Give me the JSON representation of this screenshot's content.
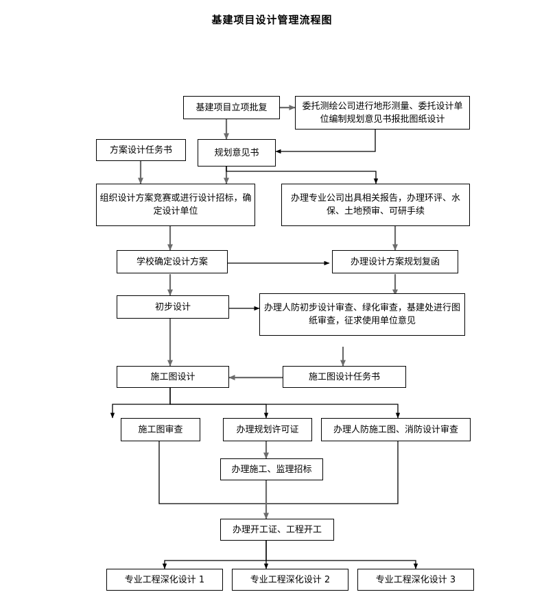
{
  "title": "基建项目设计管理流程图",
  "chart_data": {
    "type": "diagram",
    "diagram_kind": "flowchart",
    "title": "基建项目设计管理流程图",
    "orientation": "top-to-bottom",
    "node_count": 18,
    "nodes": [
      {
        "id": "n1",
        "label": "基建项目立项批复"
      },
      {
        "id": "n2",
        "label": "委托测绘公司进行地形测量、委托设计单位编制规划意见书报批图纸设计"
      },
      {
        "id": "n3",
        "label": "方案设计任务书"
      },
      {
        "id": "n4",
        "label": "规划意见书"
      },
      {
        "id": "n5",
        "label": "组织设计方案竞赛或进行设计招标，确定设计单位"
      },
      {
        "id": "n6",
        "label": "办理专业公司出具相关报告，办理环评、水保、土地预审、可研手续"
      },
      {
        "id": "n7",
        "label": "学校确定设计方案"
      },
      {
        "id": "n8",
        "label": "办理设计方案规划复函"
      },
      {
        "id": "n9",
        "label": "初步设计"
      },
      {
        "id": "n10",
        "label": "办理人防初步设计审查、绿化审查，基建处进行图纸审查，征求使用单位意见"
      },
      {
        "id": "n11",
        "label": "施工图设计"
      },
      {
        "id": "n12",
        "label": "施工图设计任务书"
      },
      {
        "id": "n13",
        "label": "施工图审查"
      },
      {
        "id": "n14",
        "label": "办理规划许可证"
      },
      {
        "id": "n15",
        "label": "办理人防施工图、消防设计审查"
      },
      {
        "id": "n16",
        "label": "办理施工、监理招标"
      },
      {
        "id": "n17",
        "label": "办理开工证、工程开工"
      },
      {
        "id": "n18",
        "label": "专业工程深化设计 1"
      },
      {
        "id": "n19",
        "label": "专业工程深化设计 2"
      },
      {
        "id": "n20",
        "label": "专业工程深化设计 3"
      }
    ],
    "edges": [
      {
        "from": "n1",
        "to": "n2",
        "direction": "right"
      },
      {
        "from": "n1",
        "to": "n4",
        "direction": "down"
      },
      {
        "from": "n2",
        "to": "n4",
        "direction": "down-left"
      },
      {
        "from": "n3",
        "to": "n5",
        "direction": "down"
      },
      {
        "from": "n4",
        "to": "n5",
        "direction": "down"
      },
      {
        "from": "n4",
        "to": "n6",
        "direction": "down-right"
      },
      {
        "from": "n5",
        "to": "n7",
        "direction": "down"
      },
      {
        "from": "n6",
        "to": "n8",
        "direction": "down"
      },
      {
        "from": "n7",
        "to": "n8",
        "direction": "right"
      },
      {
        "from": "n7",
        "to": "n9",
        "direction": "down"
      },
      {
        "from": "n8",
        "to": "n10",
        "direction": "down"
      },
      {
        "from": "n9",
        "to": "n10",
        "direction": "right"
      },
      {
        "from": "n9",
        "to": "n11",
        "direction": "down"
      },
      {
        "from": "n10",
        "to": "n12",
        "direction": "down"
      },
      {
        "from": "n12",
        "to": "n11",
        "direction": "left"
      },
      {
        "from": "n11",
        "to": "n13",
        "direction": "down-left"
      },
      {
        "from": "n11",
        "to": "n14",
        "direction": "down"
      },
      {
        "from": "n11",
        "to": "n15",
        "direction": "down-right"
      },
      {
        "from": "n14",
        "to": "n16",
        "direction": "down"
      },
      {
        "from": "n13",
        "to": "n17",
        "direction": "down"
      },
      {
        "from": "n15",
        "to": "n17",
        "direction": "down"
      },
      {
        "from": "n16",
        "to": "n17",
        "direction": "down"
      },
      {
        "from": "n17",
        "to": "n18",
        "direction": "down-left"
      },
      {
        "from": "n17",
        "to": "n19",
        "direction": "down"
      },
      {
        "from": "n17",
        "to": "n20",
        "direction": "down-right"
      }
    ],
    "colors": {
      "background": "#ffffff",
      "node_border": "#000000",
      "node_fill": "#ffffff",
      "text": "#000000",
      "connector_black": "#000000",
      "connector_gray": "#6b6b6b"
    }
  }
}
